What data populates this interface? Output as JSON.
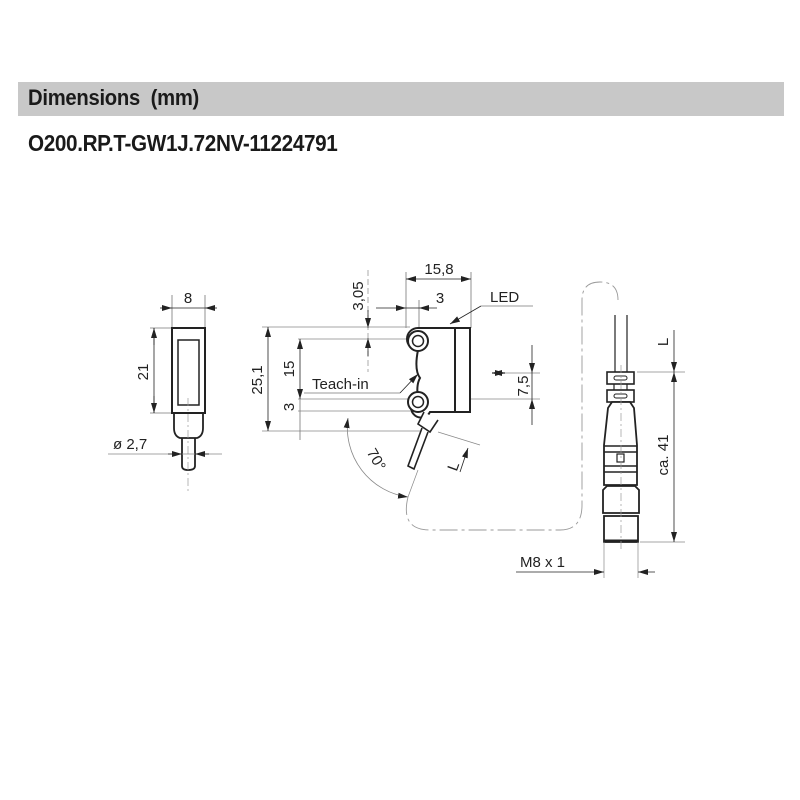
{
  "header": {
    "title": "Dimensions  (mm)",
    "background": "#c8c8c8"
  },
  "part_number": "O200.RP.T-GW1J.72NV-11224791",
  "front_view": {
    "width_label": "8",
    "height_label": "21",
    "cable_diameter_label": "ø 2,7"
  },
  "side_view": {
    "total_width_label": "15,8",
    "offset_label": "3",
    "top_offset_label": "3,05",
    "led_label": "LED",
    "total_height_label": "25,1",
    "hole_spacing_label": "15",
    "bottom_offset_label": "3",
    "teach_in_label": "Teach-in",
    "optical_axis_label": "7,5",
    "angle_label": "70°",
    "cable_length_label": "L"
  },
  "connector_view": {
    "length_label": "L",
    "connector_length_label": "ca. 41",
    "thread_label": "M8 x 1"
  }
}
